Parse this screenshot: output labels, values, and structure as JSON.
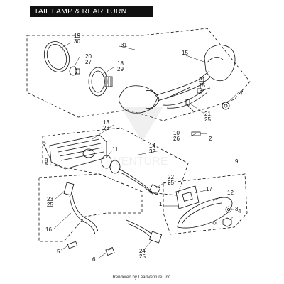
{
  "title": "TAIL LAMP & REAR TURN SIGNALS",
  "footer": "Rendered by LeadVenture, Inc.",
  "watermark_text": "VENTURE",
  "labels": {
    "l19_30": [
      "19",
      "30"
    ],
    "l20_27": [
      "20",
      "27"
    ],
    "l18_29": [
      "18",
      "29"
    ],
    "l31": [
      "31"
    ],
    "l15": [
      "15"
    ],
    "l21_25_top": [
      "21",
      "25"
    ],
    "l7": [
      "7"
    ],
    "l21_25_mid": [
      "21",
      "25"
    ],
    "l13_28": [
      "13",
      "28"
    ],
    "l10_26": [
      "10",
      "26"
    ],
    "l2": [
      "2"
    ],
    "l11": [
      "11"
    ],
    "l14_32": [
      "14",
      "32"
    ],
    "l8": [
      "8"
    ],
    "l9": [
      "9"
    ],
    "l22_25": [
      "22",
      "25"
    ],
    "l17": [
      "17"
    ],
    "l12": [
      "12"
    ],
    "l1": [
      "1"
    ],
    "l23_25": [
      "23",
      "25"
    ],
    "l3": [
      "3"
    ],
    "l4": [
      "4"
    ],
    "l16": [
      "16"
    ],
    "l24_25": [
      "24",
      "25"
    ],
    "l5": [
      "5"
    ],
    "l6": [
      "6"
    ]
  },
  "colors": {
    "ink": "#111111",
    "title_bg": "#111111",
    "title_fg": "#ffffff"
  }
}
